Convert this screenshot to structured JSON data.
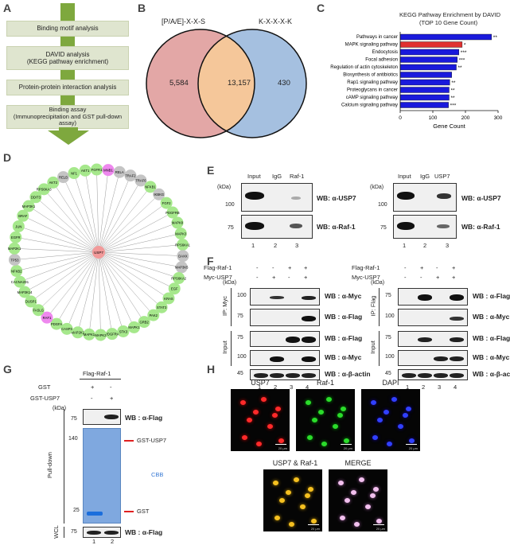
{
  "panels": {
    "A": {
      "label": "A",
      "steps": [
        "Binding motif analysis",
        "DAVID analysis\n(KEGG pathway enrichment)",
        "Protein-protein interaction analysis",
        "Binding assay\n(Immunoprecipitation and GST pull-down assay)"
      ]
    },
    "B": {
      "label": "B",
      "set1": "[P/A/E]-X-X-S",
      "set2": "K-X-X-X-K",
      "only1": "5,584",
      "both": "13,157",
      "only2": "430",
      "colors": {
        "left": "#e3a7a6",
        "right": "#a5c0e0",
        "overlap": "#f5c79a"
      }
    },
    "C": {
      "label": "C",
      "title": "KEGG Pathway Enrichment by DAVID",
      "subtitle": "(TOP 10 Gene Count)",
      "xlabel": "Gene Count"
    },
    "D": {
      "label": "D",
      "center": "USP7",
      "nodes": [
        {
          "name": "RELA",
          "color": "gray"
        },
        {
          "name": "TRAF2",
          "color": "gray"
        },
        {
          "name": "TRAF6",
          "color": "gray"
        },
        {
          "name": "NFKB1",
          "color": "green"
        },
        {
          "name": "IKBKG",
          "color": "gray"
        },
        {
          "name": "FGF2",
          "color": "green"
        },
        {
          "name": "PDGFRB",
          "color": "green"
        },
        {
          "name": "MAPK8",
          "color": "green"
        },
        {
          "name": "MAPK3",
          "color": "green"
        },
        {
          "name": "RPS6KA1",
          "color": "green"
        },
        {
          "name": "DAXX",
          "color": "gray"
        },
        {
          "name": "MAP3K5",
          "color": "gray"
        },
        {
          "name": "RPS6KA2",
          "color": "green"
        },
        {
          "name": "EGF",
          "color": "green"
        },
        {
          "name": "KRAS",
          "color": "green"
        },
        {
          "name": "STAT3",
          "color": "green"
        },
        {
          "name": "PAK2",
          "color": "green"
        },
        {
          "name": "GRB2",
          "color": "green"
        },
        {
          "name": "MAPK1",
          "color": "green"
        },
        {
          "name": "STK3",
          "color": "green"
        },
        {
          "name": "PDGFRA",
          "color": "green"
        },
        {
          "name": "MAPK3",
          "color": "green"
        },
        {
          "name": "MAPK1",
          "color": "green"
        },
        {
          "name": "MAP2K1",
          "color": "green"
        },
        {
          "name": "CASP3",
          "color": "green"
        },
        {
          "name": "PDGFA",
          "color": "green"
        },
        {
          "name": "RAF1",
          "color": "magenta"
        },
        {
          "name": "FASLG",
          "color": "green"
        },
        {
          "name": "DUSP1",
          "color": "green"
        },
        {
          "name": "MAP3K14",
          "color": "green"
        },
        {
          "name": "CACNA2D1",
          "color": "green"
        },
        {
          "name": "NFKB2",
          "color": "green"
        },
        {
          "name": "TP53",
          "color": "gray"
        },
        {
          "name": "MAP2K1",
          "color": "green"
        },
        {
          "name": "EGFR",
          "color": "green"
        },
        {
          "name": "JUN",
          "color": "green"
        },
        {
          "name": "BRAF",
          "color": "green"
        },
        {
          "name": "MAP3K1",
          "color": "green"
        },
        {
          "name": "DDIT3",
          "color": "green"
        },
        {
          "name": "RPS6KA3",
          "color": "green"
        },
        {
          "name": "AKT2",
          "color": "green"
        },
        {
          "name": "RELB",
          "color": "gray"
        },
        {
          "name": "NF1",
          "color": "green"
        },
        {
          "name": "AKT1",
          "color": "green"
        },
        {
          "name": "FGFR1",
          "color": "green"
        },
        {
          "name": "MNB1",
          "color": "magenta"
        }
      ]
    },
    "E": {
      "label": "E",
      "left": {
        "cols": [
          "Input",
          "IgG",
          "Raf-1"
        ],
        "lanes": [
          "1",
          "2",
          "3"
        ],
        "rows": [
          {
            "mw": "100",
            "wb": "WB: α-USP7"
          },
          {
            "mw": "75",
            "wb": "WB: α-Raf-1"
          }
        ],
        "kda": "(kDa)"
      },
      "right": {
        "cols": [
          "Input",
          "IgG",
          "USP7"
        ],
        "lanes": [
          "1",
          "2",
          "3"
        ],
        "rows": [
          {
            "mw": "100",
            "wb": "WB: α-USP7"
          },
          {
            "mw": "75",
            "wb": "WB: α-Raf-1"
          }
        ],
        "kda": "(kDa)"
      }
    },
    "F": {
      "label": "F",
      "left": {
        "conds": [
          {
            "name": "Flag-Raf-1",
            "vals": [
              "-",
              "-",
              "+",
              "+"
            ]
          },
          {
            "name": "Myc-USP7",
            "vals": [
              "-",
              "+",
              "-",
              "+"
            ]
          }
        ],
        "ip": "IP: Myc",
        "input": "Input",
        "kda": "(kDa)",
        "rows": [
          {
            "mw": "100",
            "wb": "WB : α-Myc"
          },
          {
            "mw": "75",
            "wb": "WB : α-Flag"
          },
          {
            "mw": "75",
            "wb": "WB : α-Flag"
          },
          {
            "mw": "100",
            "wb": "WB : α-Myc"
          },
          {
            "mw": "45",
            "wb": "WB : α-β-actin"
          }
        ],
        "lanes": [
          "1",
          "2",
          "3",
          "4"
        ]
      },
      "right": {
        "conds": [
          {
            "name": "Flag-Raf-1",
            "vals": [
              "-",
              "+",
              "-",
              "+"
            ]
          },
          {
            "name": "Myc-USP7",
            "vals": [
              "-",
              "-",
              "+",
              "+"
            ]
          }
        ],
        "ip": "IP: Flag",
        "input": "Input",
        "kda": "(kDa)",
        "rows": [
          {
            "mw": "75",
            "wb": "WB : α-Flag"
          },
          {
            "mw": "100",
            "wb": "WB : α-Myc"
          },
          {
            "mw": "75",
            "wb": "WB : α-Flag"
          },
          {
            "mw": "100",
            "wb": "WB : α-Myc"
          },
          {
            "mw": "45",
            "wb": "WB : α-β-actin"
          }
        ],
        "lanes": [
          "1",
          "2",
          "3",
          "4"
        ]
      }
    },
    "G": {
      "label": "G",
      "header": "Flag-Raf-1",
      "conds": [
        {
          "name": "GST",
          "vals": [
            "+",
            "-"
          ]
        },
        {
          "name": "GST-USP7",
          "vals": [
            "-",
            "+"
          ]
        }
      ],
      "kda": "(kDa)",
      "top_mw": "75",
      "top_wb": "WB : α-Flag",
      "gel_mw_top": "140",
      "gel_mw_bottom": "25",
      "gst_usp7": "GST-USP7",
      "gst": "GST",
      "cbb": "CBB",
      "pulldown": "Pull-down",
      "wcl": "WCL",
      "wcl_mw": "75",
      "wcl_wb": "WB : α-Flag",
      "lanes": [
        "1",
        "2"
      ]
    },
    "H": {
      "label": "H",
      "images": [
        "USP7",
        "Raf-1",
        "DAPI",
        "USP7 & Raf-1",
        "MERGE"
      ],
      "scale": "20 μm"
    }
  },
  "chart_data": {
    "type": "bar",
    "title": "KEGG Pathway Enrichment by DAVID",
    "subtitle": "(TOP 10 Gene Count)",
    "xlabel": "Gene Count",
    "categories": [
      "Pathways in cancer",
      "MAPK signaling pathway",
      "Endocytosis",
      "Focal adhesion",
      "Regulation of actin cytoskeleton",
      "Biosynthesis of antibiotics",
      "Rap1 signaling pathway",
      "Proteoglycans in cancer",
      "cAMP signaling pathway",
      "Calcium signaling pathway"
    ],
    "values": [
      280,
      190,
      180,
      175,
      172,
      158,
      152,
      150,
      150,
      148
    ],
    "significance": [
      "**",
      "*",
      "***",
      "***",
      "**",
      "",
      "**",
      "**",
      "**",
      "***"
    ],
    "colors": [
      "#1a1adc",
      "#e03030",
      "#1a1adc",
      "#1a1adc",
      "#1a1adc",
      "#1a1adc",
      "#1a1adc",
      "#1a1adc",
      "#1a1adc",
      "#1a1adc"
    ],
    "xlim": [
      0,
      300
    ],
    "xticks": [
      "0",
      "100",
      "200",
      "300"
    ],
    "orientation": "horizontal"
  }
}
